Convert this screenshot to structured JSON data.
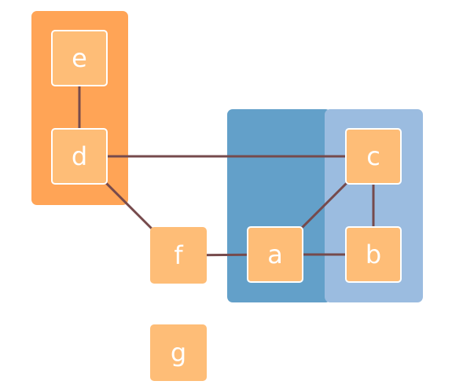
{
  "colors": {
    "group_orange": "#ffa456",
    "group_blue_dark": "#63a0c9",
    "group_blue_light": "#9bbce0",
    "node_fill": "#febd77",
    "edge": "#764a4c",
    "label": "#ffffff"
  },
  "groups": [
    {
      "id": "group-de",
      "members": [
        "e",
        "d"
      ],
      "color": "#ffa456"
    },
    {
      "id": "group-a",
      "members": [
        "a"
      ],
      "color": "#63a0c9"
    },
    {
      "id": "group-bc",
      "members": [
        "c",
        "b"
      ],
      "color": "#9bbce0"
    }
  ],
  "nodes": [
    {
      "id": "e",
      "label": "e"
    },
    {
      "id": "d",
      "label": "d"
    },
    {
      "id": "c",
      "label": "c"
    },
    {
      "id": "f",
      "label": "f"
    },
    {
      "id": "a",
      "label": "a"
    },
    {
      "id": "b",
      "label": "b"
    },
    {
      "id": "g",
      "label": "g"
    }
  ],
  "edges": [
    {
      "from": "e",
      "to": "d"
    },
    {
      "from": "d",
      "to": "c"
    },
    {
      "from": "d",
      "to": "f"
    },
    {
      "from": "f",
      "to": "a"
    },
    {
      "from": "a",
      "to": "c"
    },
    {
      "from": "a",
      "to": "b"
    },
    {
      "from": "c",
      "to": "b"
    }
  ]
}
